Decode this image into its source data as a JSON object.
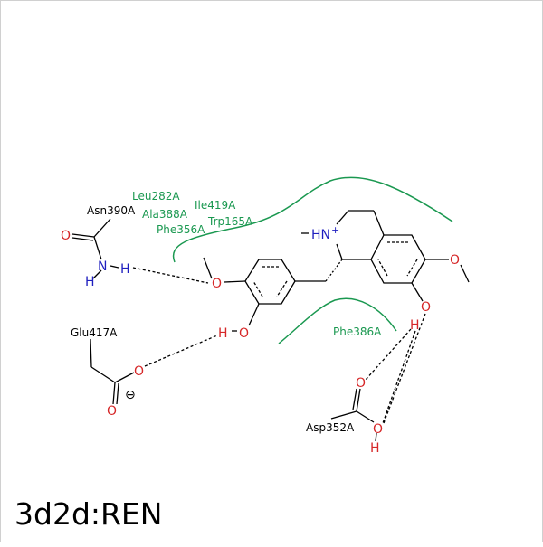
{
  "caption": "3d2d:REN",
  "colors": {
    "hydrophobic": "#1a9850",
    "oxygen": "#d62728",
    "nitrogen": "#1f1fbf",
    "bond": "#000000",
    "frame": "#cccccc"
  },
  "residues": {
    "asn": "Asn390A",
    "leu": "Leu282A",
    "ala": "Ala388A",
    "ile": "Ile419A",
    "trp": "Trp165A",
    "phe356": "Phe356A",
    "glu": "Glu417A",
    "phe386": "Phe386A",
    "asp": "Asp352A"
  },
  "atoms": {
    "O": "O",
    "N": "N",
    "H": "H",
    "HN": "HN",
    "plus": "+",
    "minus": "⊖"
  }
}
